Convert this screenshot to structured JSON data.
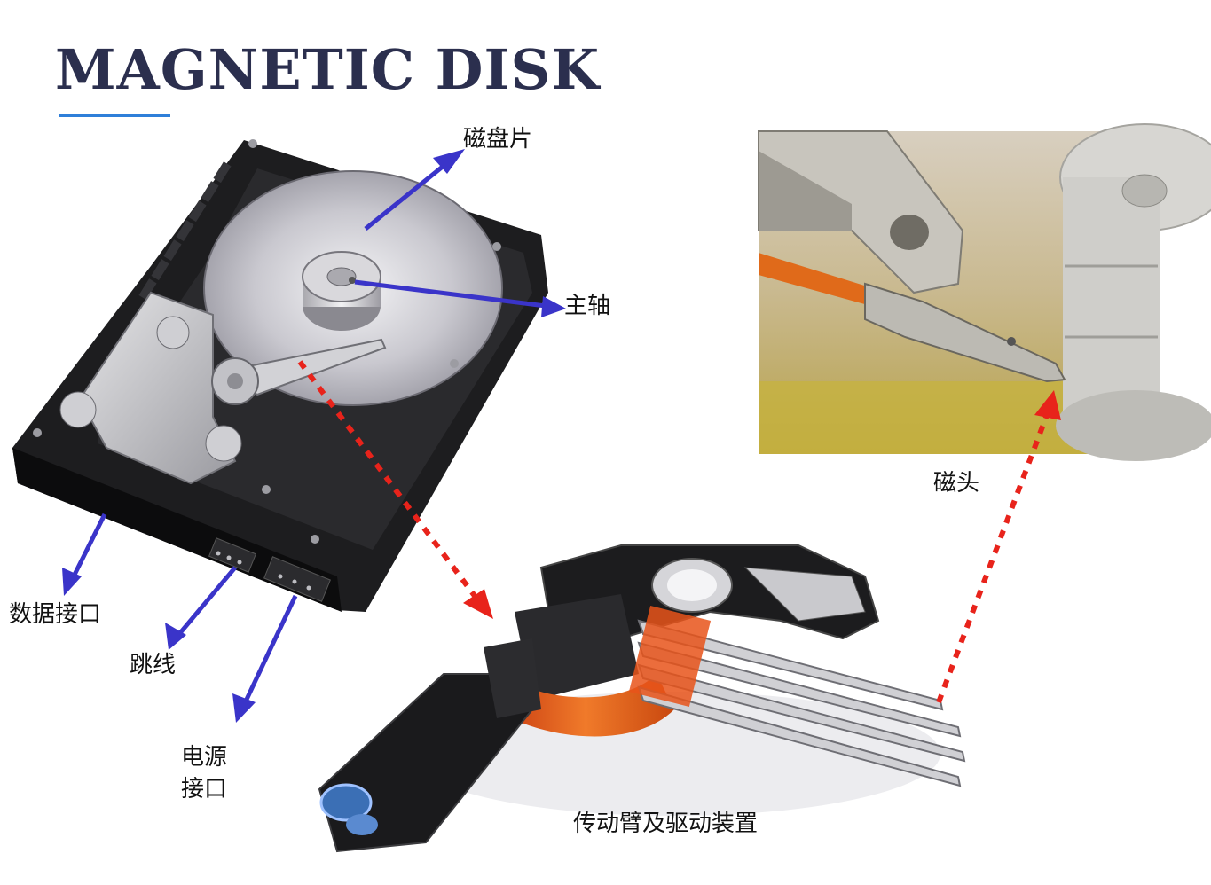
{
  "title": "MAGNETIC DISK",
  "colors": {
    "title": "#2b2f4e",
    "underline": "#2f7fd9",
    "arrow_blue": "#3a34c9",
    "arrow_red": "#e8231b"
  },
  "labels": {
    "platter": "磁盘片",
    "spindle": "主轴",
    "data_port": "数据接口",
    "jumper": "跳线",
    "power_port_line1": "电源",
    "power_port_line2": "接口",
    "head": "磁头",
    "actuator": "传动臂及驱动装置"
  },
  "images": {
    "hard_drive": "hard-drive-photo",
    "head_closeup": "read-write-head-closeup-photo",
    "actuator_assembly": "actuator-arm-assembly-photo"
  }
}
